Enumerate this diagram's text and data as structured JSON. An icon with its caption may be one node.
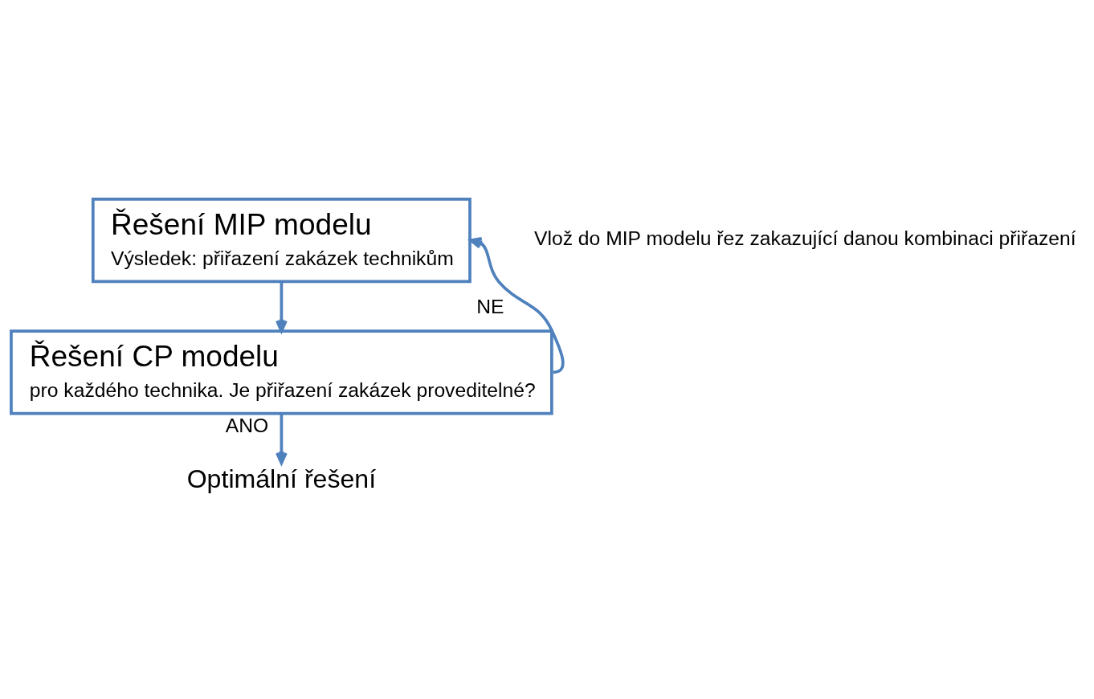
{
  "diagram": {
    "nodes": [
      {
        "text": [
          "Řešení MIP modelu",
          "Výsledek: přiřazení zakázek technikům"
        ]
      },
      {
        "text": [
          "Řešení CP modelu",
          "pro každého technika. Je přiřazení zakázek proveditelné?"
        ]
      },
      {
        "text": [
          "Optimální řešení"
        ]
      }
    ],
    "edges": [
      {
        "from": 0,
        "to": 1,
        "arrow": "to"
      },
      {
        "from": 1,
        "to": 2,
        "arrow": "to",
        "label": "ANO"
      },
      {
        "from": 1,
        "to": 0,
        "arrow": "to",
        "label": "NE"
      }
    ],
    "labels": [
      "Vlož do MIP modelu řez zakazující danou kombinaci přiřazení"
    ]
  }
}
